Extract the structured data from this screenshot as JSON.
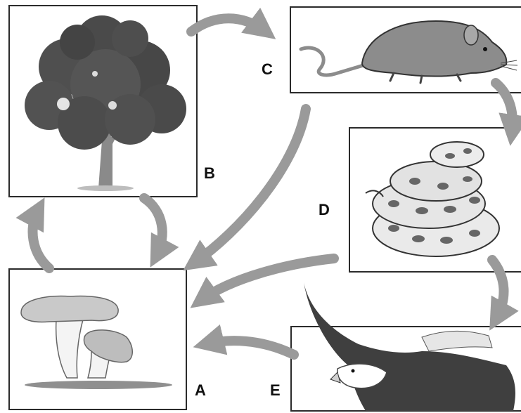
{
  "colors": {
    "arrow": "#9a9a9a",
    "box_border": "#2b2b2b",
    "tree_canopy": "#4a4a4a",
    "tree_trunk": "#8a8a8a",
    "mouse_body": "#8c8c8c",
    "snake_pattern": "#666666",
    "eagle_body": "#3f3f3f",
    "mushroom": "#c9c9c9"
  },
  "nodes": [
    {
      "id": "A",
      "label": "A",
      "icon": "mushroom-icon"
    },
    {
      "id": "B",
      "label": "B",
      "icon": "tree-icon"
    },
    {
      "id": "C",
      "label": "C",
      "icon": "mouse-icon"
    },
    {
      "id": "D",
      "label": "D",
      "icon": "snake-icon"
    },
    {
      "id": "E",
      "label": "E",
      "icon": "eagle-icon"
    }
  ],
  "edges": [
    {
      "from": "B",
      "to": "C"
    },
    {
      "from": "C",
      "to": "D"
    },
    {
      "from": "D",
      "to": "E"
    },
    {
      "from": "B",
      "to": "A"
    },
    {
      "from": "C",
      "to": "A"
    },
    {
      "from": "D",
      "to": "A"
    },
    {
      "from": "E",
      "to": "A"
    },
    {
      "from": "A",
      "to": "B"
    }
  ]
}
